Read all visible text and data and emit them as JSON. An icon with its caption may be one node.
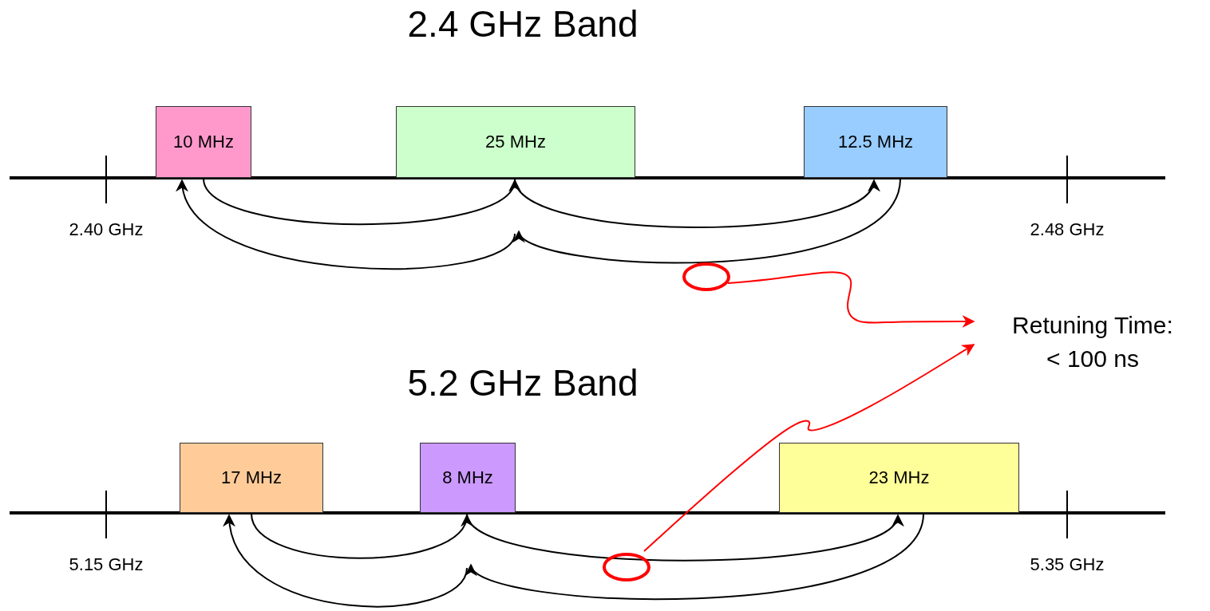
{
  "diagram": {
    "nodes": [
      {
        "text": [
          "10 MHz"
        ]
      },
      {
        "text": [
          "25 MHz"
        ]
      },
      {
        "text": [
          "12.5 MHz"
        ]
      },
      {
        "text": [
          "17 MHz"
        ]
      },
      {
        "text": [
          "8 MHz"
        ]
      },
      {
        "text": [
          "23 MHz"
        ]
      },
      {
        "text": [
          "Retuning Time: < 100 ns"
        ]
      },
      {
        "text": [],
        "shape": "circle"
      },
      {
        "text": [],
        "shape": "circle"
      }
    ],
    "edges": [
      {
        "from": 0,
        "to": 1,
        "arrow": "to"
      },
      {
        "from": 1,
        "to": 2,
        "arrow": "to"
      },
      {
        "from": 2,
        "to": 1,
        "arrow": "to"
      },
      {
        "from": 1,
        "to": 0,
        "arrow": "to"
      },
      {
        "from": 3,
        "to": 4,
        "arrow": "to"
      },
      {
        "from": 4,
        "to": 5,
        "arrow": "to"
      },
      {
        "from": 5,
        "to": 4,
        "arrow": "to"
      },
      {
        "from": 4,
        "to": 3,
        "arrow": "to"
      },
      {
        "from": 7,
        "to": 6,
        "arrow": "to",
        "color": "#ff0000"
      },
      {
        "from": 8,
        "to": 6,
        "arrow": "to",
        "color": "#ff0000"
      }
    ],
    "labels": [
      "2.4 GHz Band",
      "2.40 GHz",
      "2.48 GHz",
      "5.2 GHz Band",
      "5.15 GHz",
      "5.35 GHz"
    ]
  }
}
